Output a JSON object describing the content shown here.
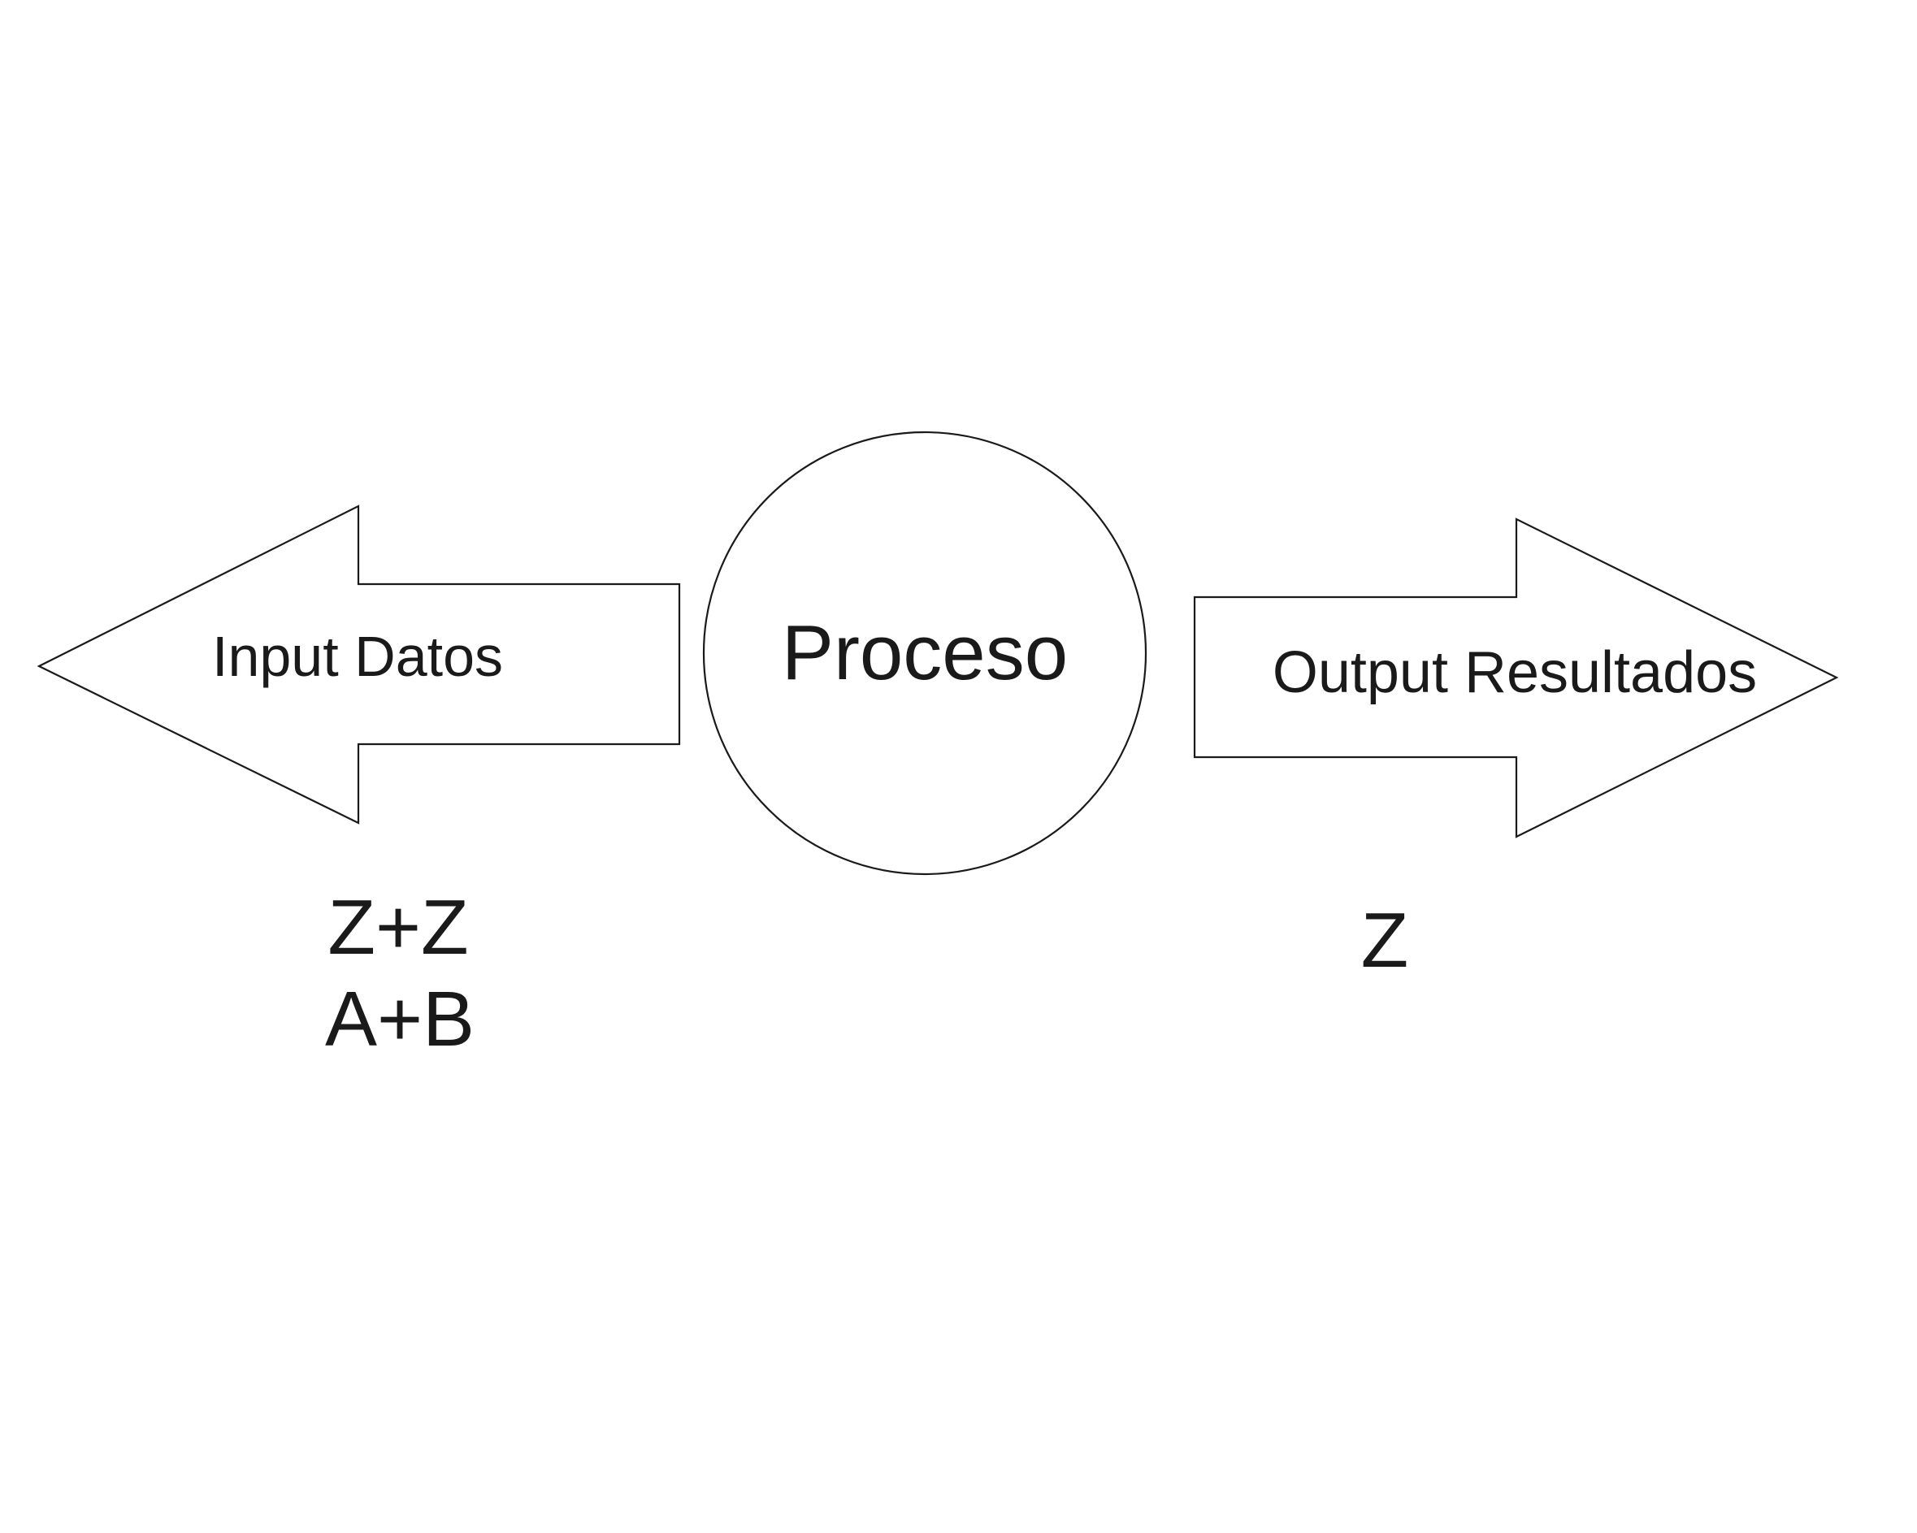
{
  "diagram": {
    "input": {
      "label": "Input Datos",
      "examples": [
        "Z+Z",
        "A+B"
      ]
    },
    "process": {
      "label": "Proceso"
    },
    "output": {
      "label": "Output Resultados",
      "examples": [
        "Z"
      ]
    }
  },
  "colors": {
    "stroke": "#1a1a1a",
    "background": "#ffffff"
  }
}
